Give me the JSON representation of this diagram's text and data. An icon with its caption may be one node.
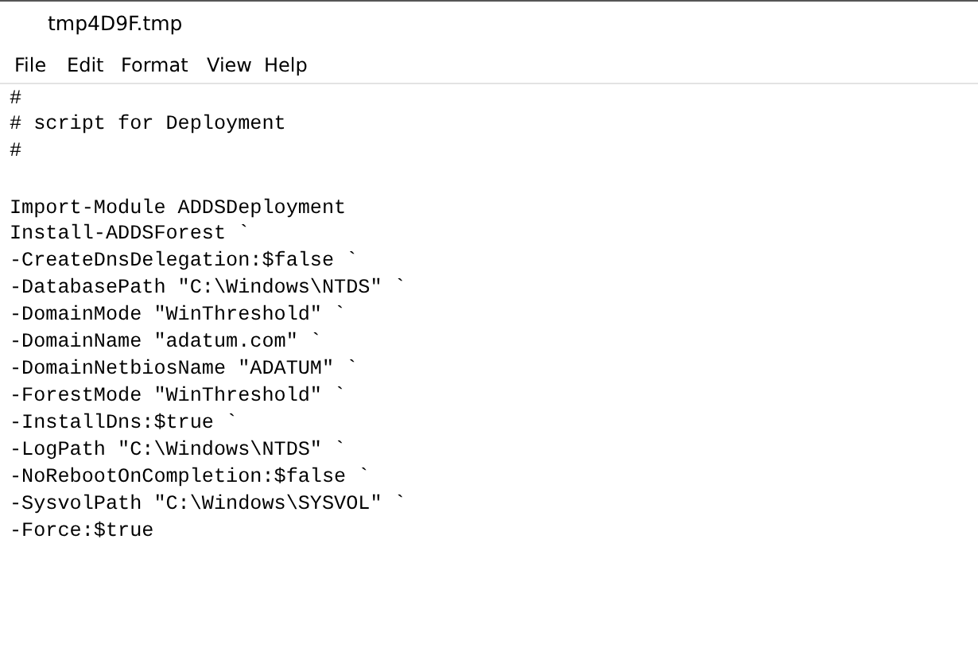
{
  "diagram": {
    "title": "tmp4D9F.tmp",
    "labels": [
      "File",
      "Edit",
      "Format",
      "View",
      "Help",
      "#",
      "# script for Deployment",
      "#",
      "Import-Module ADDSDeployment",
      "Install-ADDSForest `",
      "-CreateDnsDelegation:$false `",
      "-DatabasePath \"C:\\Windows\\NTDS\" `",
      "-DomainMode \"WinThreshold\" `",
      "-DomainName \"adatum.com\" `",
      "-DomainNetbiosName \"ADATUM\" `",
      "-ForestMode \"WinThreshold\" `",
      "-InstallDns:$true `",
      "-LogPath \"C:\\Windows\\NTDS\" `",
      "-NoRebootOnCompletion:$false `",
      "-SysvolPath \"C:\\Windows\\SYSVOL\" `",
      "-Force:$true"
    ]
  }
}
